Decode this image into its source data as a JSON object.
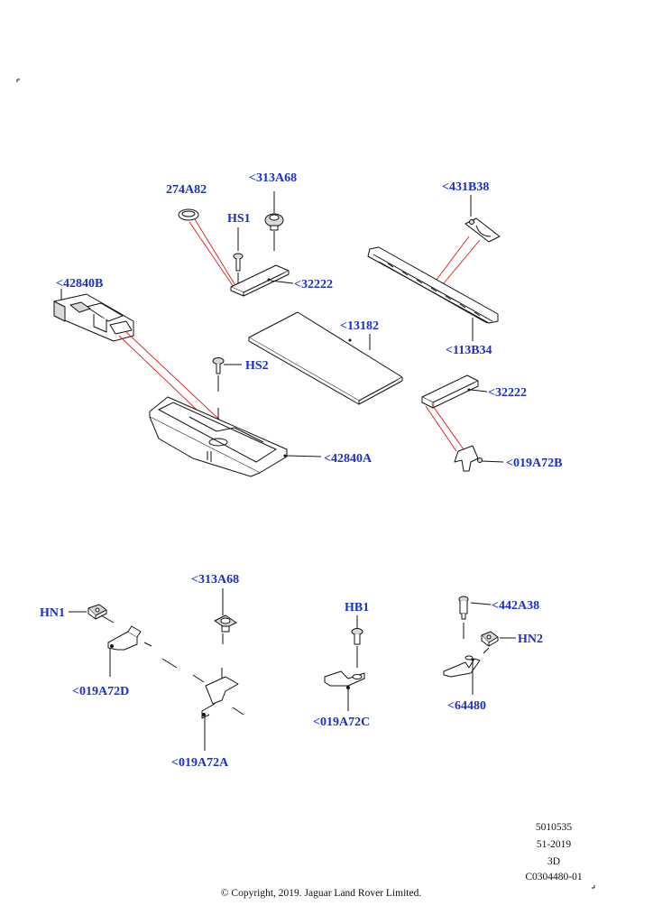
{
  "callouts": {
    "c_274A82": "274A82",
    "c_313A68_top": "<313A68",
    "c_HS1": "HS1",
    "c_32222_top": "<32222",
    "c_431B38": "<431B38",
    "c_113B34": "<113B34",
    "c_42840B": "<42840B",
    "c_13182": "<13182",
    "c_HS2": "HS2",
    "c_32222_right": "<32222",
    "c_42840A": "<42840A",
    "c_019A72B": "<019A72B",
    "c_313A68_bottom": "<313A68",
    "c_HN1": "HN1",
    "c_019A72D": "<019A72D",
    "c_019A72A": "<019A72A",
    "c_HB1": "HB1",
    "c_019A72C": "<019A72C",
    "c_442A38": "<442A38",
    "c_HN2": "HN2",
    "c_64480": "<64480"
  },
  "meta": {
    "line1": "5010535",
    "line2": "51-2019",
    "line3": "3D",
    "line4": "C0304480-01"
  },
  "copyright": "© Copyright, 2019. Jaguar Land Rover Limited.",
  "colors": {
    "callout_blue": "#1a2fc8",
    "leader_red": "#e01818",
    "ink": "#111111"
  }
}
